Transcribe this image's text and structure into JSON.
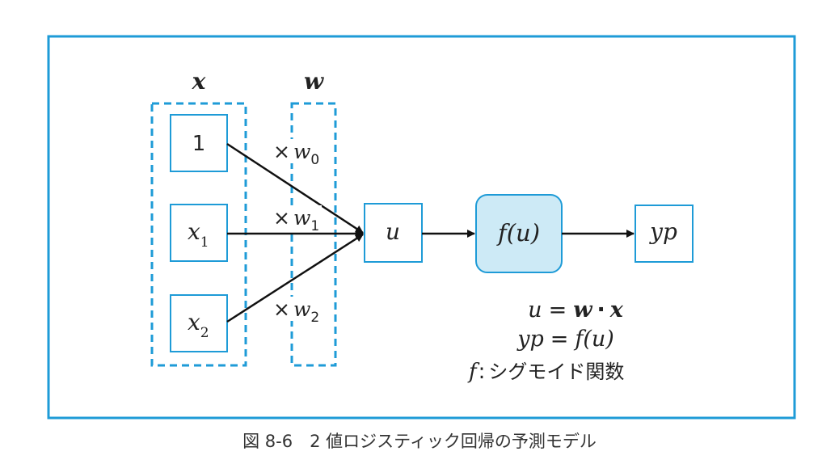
{
  "figure": {
    "caption": "図 8-6　2 値ロジスティック回帰の予測モデル"
  },
  "colors": {
    "frame": "#1e9bd7",
    "node_fill": "#cdeaf6",
    "arrow": "#111111"
  },
  "groups": {
    "x_label": "x",
    "w_label": "w"
  },
  "inputs": [
    {
      "base": "1",
      "sub": ""
    },
    {
      "base": "x",
      "sub": "1"
    },
    {
      "base": "x",
      "sub": "2"
    }
  ],
  "weights": [
    {
      "prefix": "×",
      "base": "w",
      "sub": "0"
    },
    {
      "prefix": "×",
      "base": "w",
      "sub": "1"
    },
    {
      "prefix": "×",
      "base": "w",
      "sub": "2"
    }
  ],
  "nodes": {
    "u": "u",
    "f": "f(u)",
    "yp": "yp"
  },
  "equations": {
    "line1": {
      "lhs": "u",
      "eq": "=",
      "w": "w",
      "dot": "·",
      "x": "x"
    },
    "line2": {
      "lhs": "yp",
      "eq": "=",
      "rhs": "f(u)"
    },
    "line3": {
      "f": "f",
      "colon": ":",
      "text": "シグモイド関数"
    }
  }
}
